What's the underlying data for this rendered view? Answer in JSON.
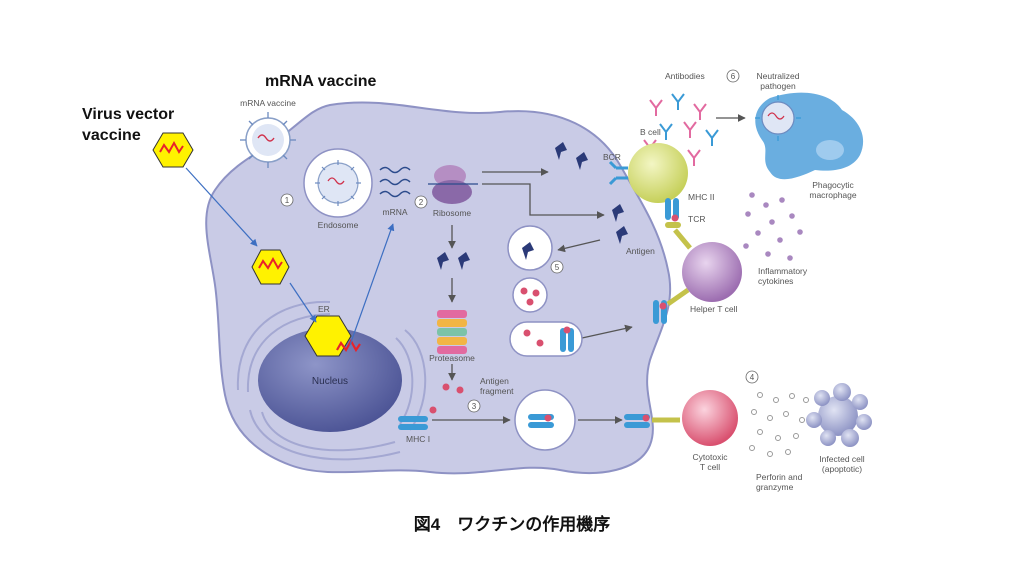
{
  "headings": {
    "mrna_vaccine": "mRNA vaccine",
    "virus_vector_line1": "Virus vector",
    "virus_vector_line2": "vaccine"
  },
  "caption": "図4　ワクチンの作用機序",
  "labels": {
    "mrna_vaccine_small": "mRNA vaccine",
    "endosome": "Endosome",
    "mrna": "mRNA",
    "ribosome": "Ribosome",
    "er": "ER",
    "nucleus": "Nucleus",
    "proteasome": "Proteasome",
    "antigen_fragment_1": "Antigen",
    "antigen_fragment_2": "fragment",
    "mhc1": "MHC I",
    "antibodies": "Antibodies",
    "neutralized_1": "Neutralized",
    "neutralized_2": "pathogen",
    "b_cell": "B cell",
    "bcr": "BCR",
    "mhc2": "MHC II",
    "tcr": "TCR",
    "antigen": "Antigen",
    "phagocytic_1": "Phagocytic",
    "phagocytic_2": "macrophage",
    "inflammatory_1": "Inflammatory",
    "inflammatory_2": "cytokines",
    "helper_t": "Helper T cell",
    "cytotoxic_1": "Cytotoxic",
    "cytotoxic_2": "T cell",
    "perforin_1": "Perforin and",
    "perforin_2": "granzyme",
    "infected_1": "Infected cell",
    "infected_2": "(apoptotic)"
  },
  "step_numbers": [
    "1",
    "2",
    "3",
    "4",
    "5",
    "6"
  ],
  "colors": {
    "cell_fill": "#c9cbe6",
    "cell_stroke": "#8e92c4",
    "nucleus": "#5d66a3",
    "hexagon": "#fff200",
    "squiggle": "#e8232a",
    "arrow_blue": "#3d6fc2",
    "b_cell": "#d8e07a",
    "helper_t": "#b58ac4",
    "cytotoxic_t": "#e86a8c",
    "macrophage": "#6aaee0",
    "mhc": "#3a9ad6"
  }
}
